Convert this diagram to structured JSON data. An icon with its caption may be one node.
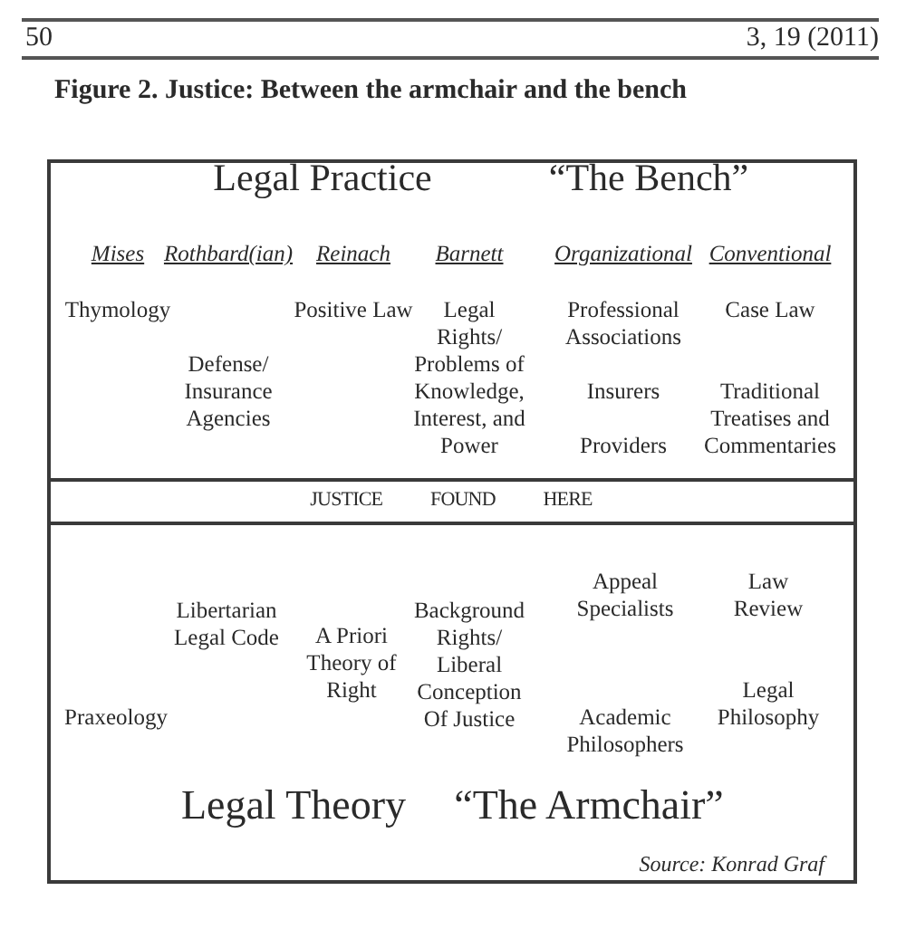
{
  "diagram": {
    "title": "Figure 2. Justice: Between the armchair and the bench",
    "nodes": [
      {
        "text": [
          "Legal Practice",
          "“The Bench”",
          "Mises",
          "Rothbard(ian)",
          "Reinach",
          "Barnett",
          "Organizational",
          "Conventional",
          "Thymology",
          "Defense/ Insurance Agencies",
          "Positive Law",
          "Legal Rights/ Problems of Knowledge, Interest, and Power",
          "Professional Associations",
          "Insurers",
          "Providers",
          "Case Law",
          "Traditional Treatises and Commentaries"
        ]
      },
      {
        "text": [
          "JUSTICE FOUND HERE"
        ]
      },
      {
        "text": [
          "Praxeology",
          "Libertarian Legal Code",
          "A Priori Theory of Right",
          "Background Rights/ Liberal Conception Of Justice",
          "Appeal Specialists",
          "Academic Philosophers",
          "Law Review",
          "Legal Philosophy",
          "Legal Theory",
          "“The Armchair”",
          "Source: Konrad Graf"
        ]
      }
    ],
    "labels": [
      "50",
      "3, 19 (2011)"
    ]
  }
}
